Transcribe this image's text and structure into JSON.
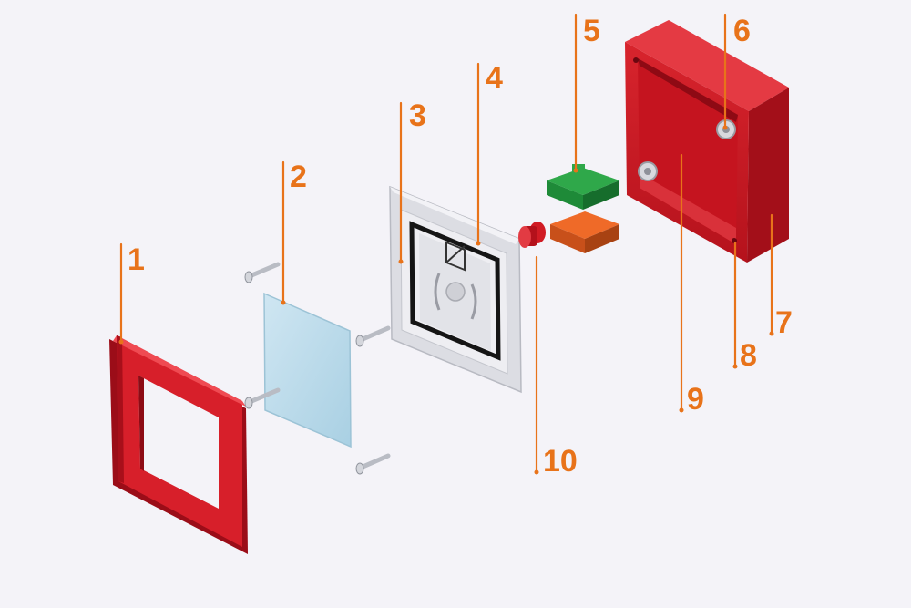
{
  "diagram": {
    "accent_color": "#e8731a",
    "parts": [
      {
        "key": "1",
        "label": "1"
      },
      {
        "key": "2",
        "label": "2"
      },
      {
        "key": "3",
        "label": "3"
      },
      {
        "key": "4",
        "label": "4"
      },
      {
        "key": "5",
        "label": "5"
      },
      {
        "key": "6",
        "label": "6"
      },
      {
        "key": "7",
        "label": "7"
      },
      {
        "key": "8",
        "label": "8"
      },
      {
        "key": "9",
        "label": "9"
      },
      {
        "key": "10",
        "label": "10"
      }
    ]
  }
}
